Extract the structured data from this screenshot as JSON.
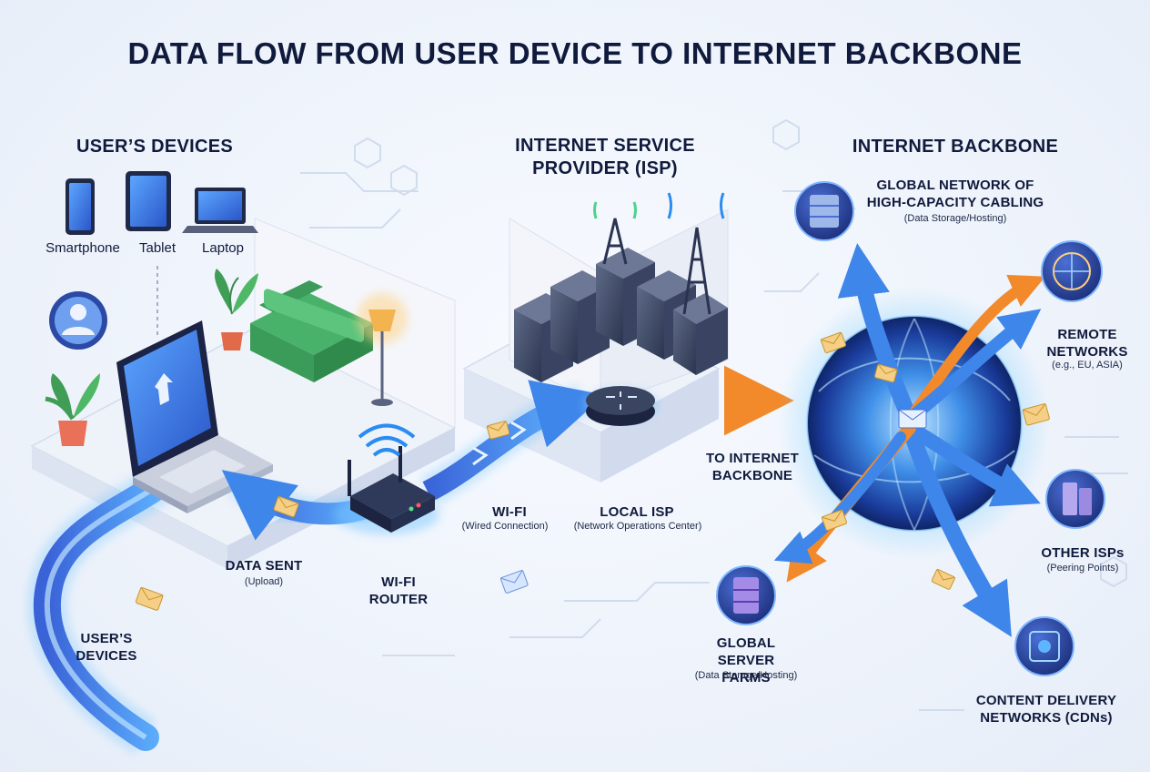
{
  "title": "DATA FLOW FROM USER DEVICE TO INTERNET BACKBONE",
  "sections": {
    "devices": "USER’S DEVICES",
    "isp": "INTERNET SERVICE PROVIDER (ISP)",
    "backbone": "INTERNET BACKBONE"
  },
  "device_labels": {
    "smartphone": "Smartphone",
    "tablet": "Tablet",
    "laptop": "Laptop"
  },
  "flow_labels": {
    "data_sent": "DATA SENT",
    "data_sent_sub": "(Upload)",
    "user_devices": "USER’S DEVICES",
    "wifi_router": "WI-FI ROUTER",
    "wifi": "WI-FI",
    "wifi_sub": "(Wired Connection)",
    "local_isp": "LOCAL ISP",
    "local_isp_sub": "(Network Operations Center)",
    "to_backbone": "TO INTERNET BACKBONE"
  },
  "backbone_nodes": {
    "global_cabling": "GLOBAL NETWORK OF HIGH-CAPACITY CABLING",
    "global_cabling_sub": "(Data Storage/Hosting)",
    "remote": "REMOTE NETWORKS",
    "remote_sub": "(e.g., EU, ASIA)",
    "other_isps": "OTHER ISPs",
    "other_isps_sub": "(Peering Points)",
    "server_farms": "GLOBAL SERVER FARMS",
    "server_farms_sub": "(Data Storage/Hosting)",
    "cdn": "CONTENT DELIVERY NETWORKS (CDNs)"
  },
  "colors": {
    "flow": "#2f7fe0",
    "flow_glow": "#7cc7ff",
    "return_flow": "#f39a3d",
    "node": "#2a3f9a",
    "envelope": "#f2c36b"
  }
}
